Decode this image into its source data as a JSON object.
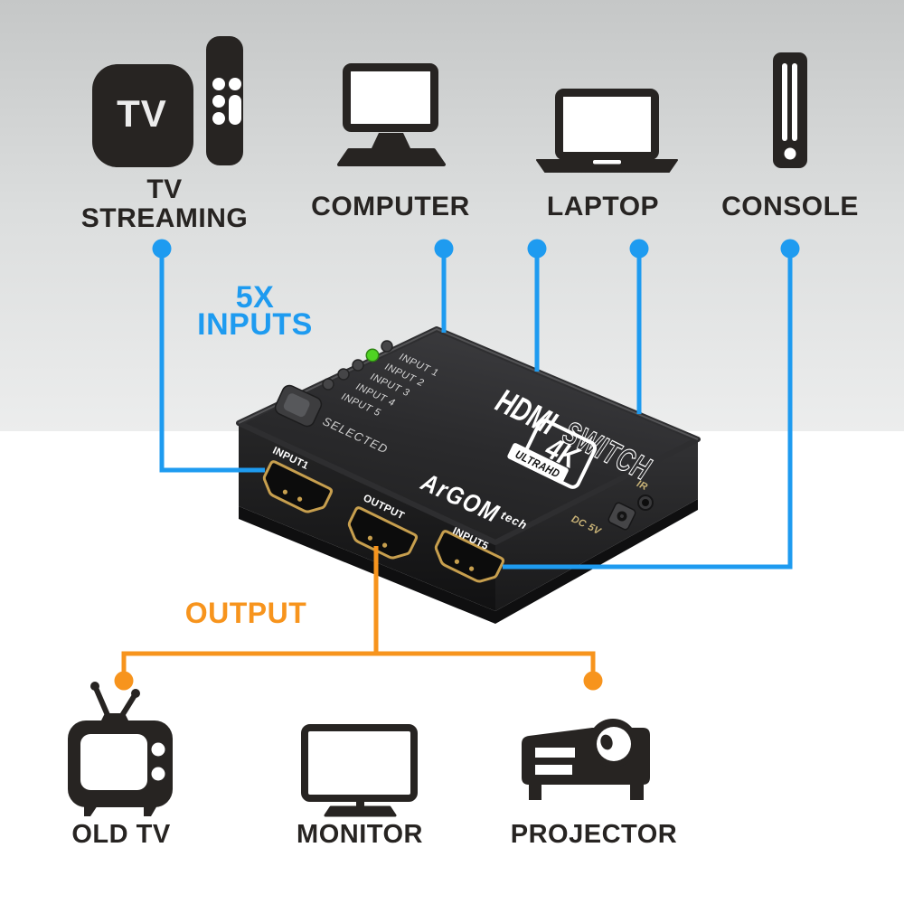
{
  "colors": {
    "blue": "#1E9BF0",
    "orange": "#F7941D",
    "icon_ink": "#272422",
    "led_green": "#4FD322",
    "port_gold": "#C79F4E",
    "bg_band_top": "#c5c7c7",
    "bg_band_bottom": "#eceded"
  },
  "sources": {
    "tv_streaming": {
      "icon_text": "TV",
      "label_line1": "TV",
      "label_line2": "STREAMING"
    },
    "computer": {
      "label": "COMPUTER"
    },
    "laptop": {
      "label": "LAPTOP"
    },
    "console": {
      "label": "CONSOLE"
    }
  },
  "callouts": {
    "inputs_line1": "5X",
    "inputs_line2": "INPUTS",
    "output_label": "OUTPUT"
  },
  "device": {
    "led_labels": [
      "INPUT 1",
      "INPUT 2",
      "INPUT 3",
      "INPUT 4",
      "INPUT 5"
    ],
    "active_input": "INPUT 2",
    "selected_label": "SELECTED",
    "title_main": "HDMI",
    "title_sub": "SWITCH",
    "badge_main": "4K",
    "badge_sub": "ULTRAHD",
    "brand": "ArGOM",
    "brand_suffix": "tech",
    "port_labels": [
      "INPUT1",
      "OUTPUT",
      "INPUT5"
    ],
    "power_label": "DC 5V",
    "ir_label": "IR"
  },
  "outputs": {
    "old_tv": {
      "label": "OLD TV"
    },
    "monitor": {
      "label": "MONITOR"
    },
    "projector": {
      "label": "PROJECTOR"
    }
  }
}
